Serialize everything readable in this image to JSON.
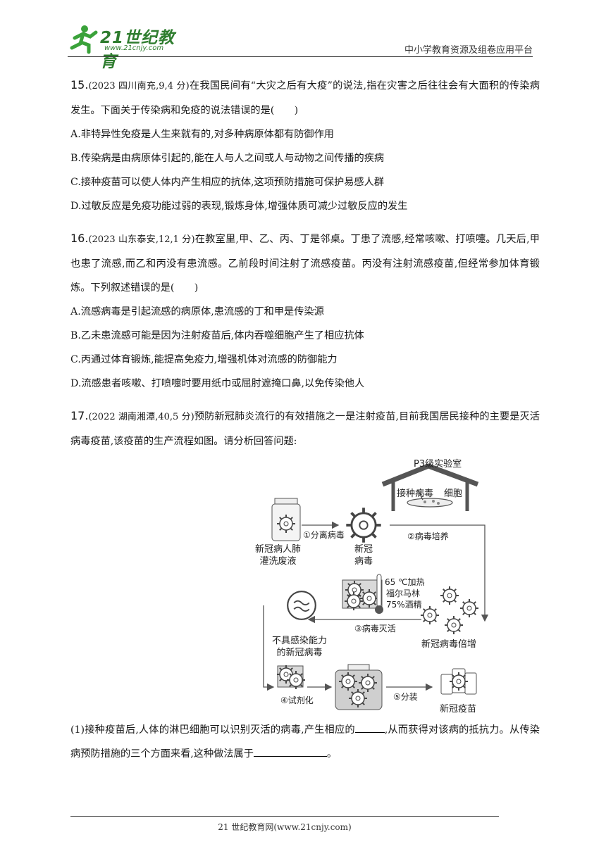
{
  "header": {
    "logo_text": "21世纪教育",
    "logo_url": "www.21cnjy.com",
    "platform": "中小学教育资源及组卷应用平台"
  },
  "questions": [
    {
      "num": "15.",
      "source": "(2023 四川南充,9,4 分)",
      "stem": "在我国民间有“大灾之后有大疫”的说法,指在灾害之后往往会有大面积的传染病发生。下面关于传染病和免疫的说法错误的是(　　)",
      "options": [
        "A.非特异性免疫是人生来就有的,对多种病原体都有防御作用",
        "B.传染病是由病原体引起的,能在人与人之间或人与动物之间传播的疾病",
        "C.接种疫苗可以使人体内产生相应的抗体,这项预防措施可保护易感人群",
        "D.过敏反应是免疫功能过弱的表现,锻炼身体,增强体质可减少过敏反应的发生"
      ]
    },
    {
      "num": "16.",
      "source": "(2023 山东泰安,12,1 分)",
      "stem": "在教室里,甲、乙、丙、丁是邻桌。丁患了流感,经常咳嗽、打喷嚏。几天后,甲也患了流感,而乙和丙没有患流感。乙前段时间注射了流感疫苗。丙没有注射流感疫苗,但经常参加体育锻炼。下列叙述错误的是(　　)",
      "options": [
        "A.流感病毒是引起流感的病原体,患流感的丁和甲是传染源",
        "B.乙未患流感可能是因为注射疫苗后,体内吞噬细胞产生了相应抗体",
        "C.丙通过体育锻炼,能提高免疫力,增强机体对流感的防御能力",
        "D.流感患者咳嗽、打喷嚏时要用纸巾或屈肘遮掩口鼻,以免传染他人"
      ]
    },
    {
      "num": "17.",
      "source": "(2022 湖南湘潭,40,5 分)",
      "stem": "预防新冠肺炎流行的有效措施之一是注射疫苗,目前我国居民接种的主要是灭活病毒疫苗,该疫苗的生产流程如图。请分析回答问题:",
      "part1_a": "(1)接种疫苗后,人体的淋巴细胞可以识别灭活的病毒,产生相应的",
      "part1_b": ",从而获得对该病的抵抗力。从传染病预防措施的三个方面来看,这种做法属于",
      "part1_c": "。"
    }
  ],
  "figure": {
    "lab": "P3级实验室",
    "inoculate": "接种病毒",
    "cells": "细胞",
    "patient_line1": "新冠病人肺",
    "patient_line2": "灌洗废液",
    "step1": "①分离病毒",
    "virus_line1": "新冠",
    "virus_line2": "病毒",
    "step2": "②病毒培养",
    "heat": "65 ℃加热",
    "formalin": "福尔马林",
    "alcohol": "75%酒精",
    "step3": "③病毒灭活",
    "multiply": "新冠病毒倍增",
    "inactive_line1": "不具感染能力",
    "inactive_line2": "的新冠病毒",
    "step4": "④试剂化",
    "step5": "⑤分装",
    "vaccine": "新冠疫苗"
  },
  "footer": "21 世纪教育网(www.21cnjy.com)"
}
